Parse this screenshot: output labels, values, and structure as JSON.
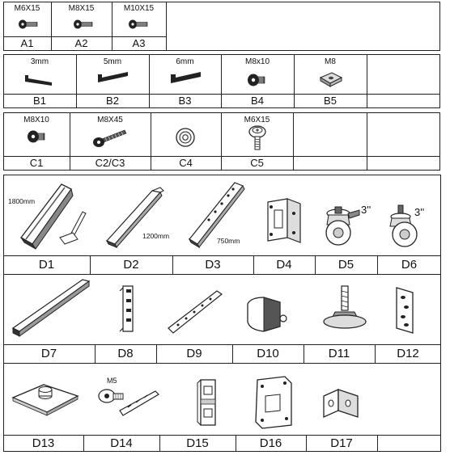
{
  "table_a": {
    "sizes": [
      "M6X15",
      "M8X15",
      "M10X15"
    ],
    "labels": [
      "A1",
      "A2",
      "A3"
    ]
  },
  "table_b": {
    "sizes": [
      "3mm",
      "5mm",
      "6mm",
      "M8x10",
      "M8"
    ],
    "labels": [
      "B1",
      "B2",
      "B3",
      "B4",
      "B5"
    ]
  },
  "table_c": {
    "sizes": [
      "M8X10",
      "M8X45",
      "",
      "M6X15"
    ],
    "labels": [
      "C1",
      "C2/C3",
      "C4",
      "C5"
    ]
  },
  "table_d": {
    "row1": [
      "D1",
      "D2",
      "D3",
      "D4",
      "D5",
      "D6"
    ],
    "row2": [
      "D7",
      "D8",
      "D9",
      "D10",
      "D11",
      "D12"
    ],
    "row3": [
      "D13",
      "D14",
      "D15",
      "D16",
      "D17"
    ],
    "annotations": {
      "d1_length": "1800mm",
      "d2_length": "1200mm",
      "d3_length": "750mm",
      "d5_size": "3''",
      "d6_size": "3''",
      "d14_screw": "M5"
    }
  }
}
